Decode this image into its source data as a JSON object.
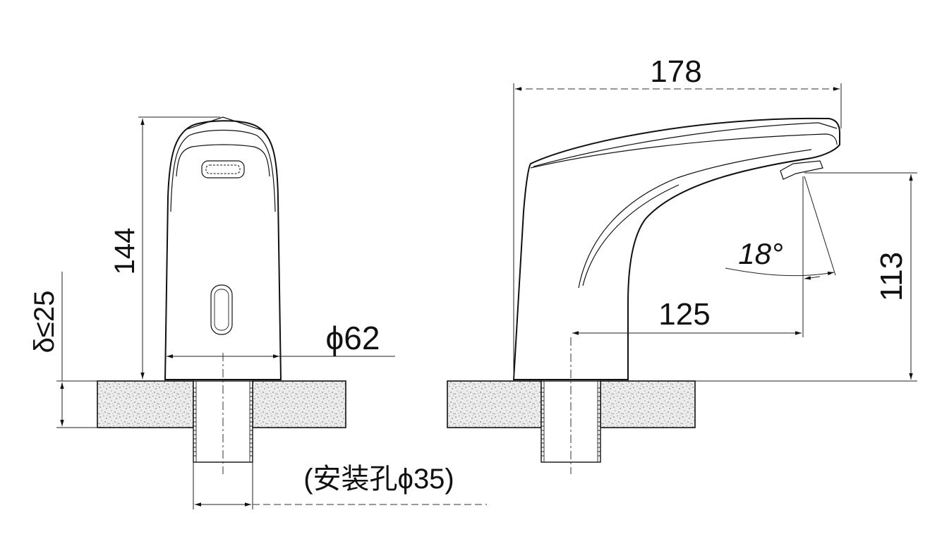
{
  "dimensions": {
    "front_height": "144",
    "deck_thickness": "δ≤25",
    "base_diameter": "ϕ62",
    "mounting_hole": "(安装孔ϕ35)",
    "spout_length": "178",
    "spout_reach": "125",
    "spout_height": "113",
    "sensor_angle": "18°"
  },
  "colors": {
    "line": "#111111",
    "counter_fill": "#e9e9e9",
    "speckle": "#555555"
  }
}
